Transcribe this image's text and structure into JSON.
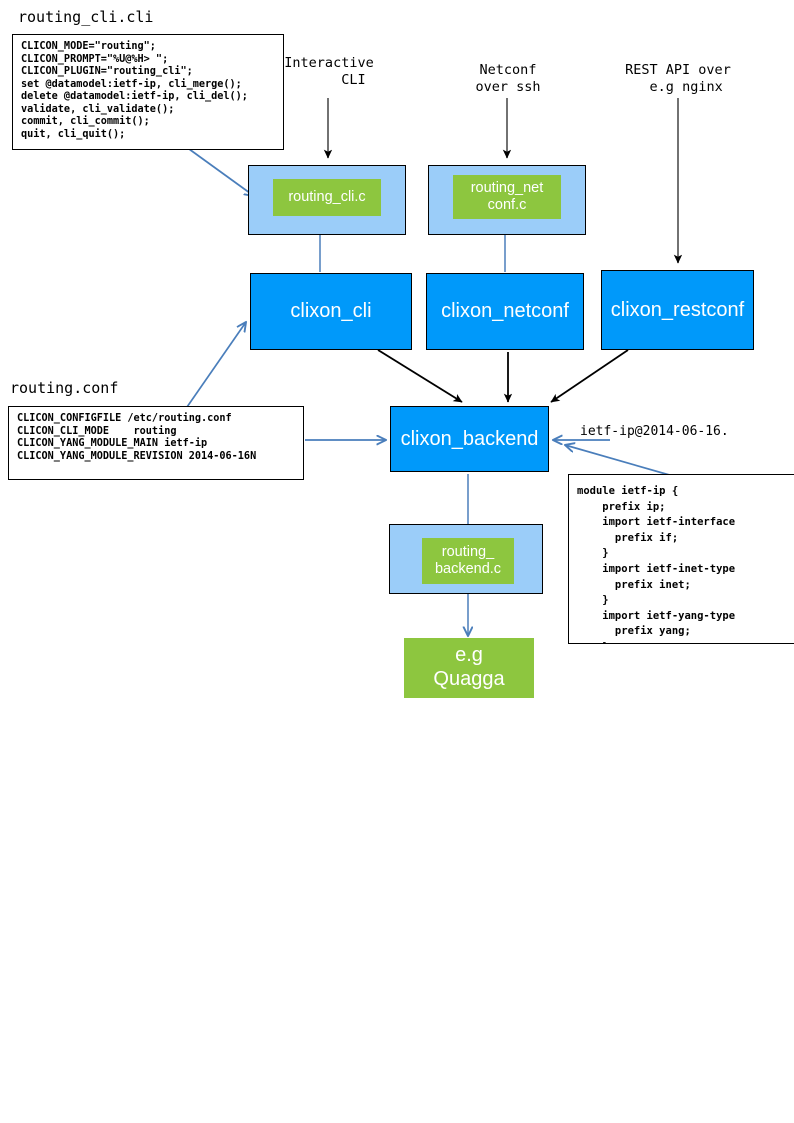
{
  "diagram": {
    "title_labels": {
      "routing_cli_cli": "routing_cli.cli",
      "routing_conf": "routing.conf",
      "ietf_ip_yang": "ietf-ip@2014-06-16."
    },
    "annotations": [
      {
        "id": "interactive-cli",
        "text": "Interactive\n      CLI"
      },
      {
        "id": "netconf-over-ssh",
        "text": "Netconf\nover ssh"
      },
      {
        "id": "rest-api",
        "text": "REST API over\n  e.g nginx"
      }
    ],
    "code_boxes": {
      "routing_cli_cli": "CLICON_MODE=\"routing\";\nCLICON_PROMPT=\"%U@%H> \";\nCLICON_PLUGIN=\"routing_cli\";\nset @datamodel:ietf-ip, cli_merge();\ndelete @datamodel:ietf-ip, cli_del();\nvalidate, cli_validate();\ncommit, cli_commit();\nquit, cli_quit();",
      "routing_conf": "CLICON_CONFIGFILE /etc/routing.conf\nCLICON_CLI_MODE    routing\nCLICON_YANG_MODULE_MAIN ietf-ip\nCLICON_YANG_MODULE_REVISION 2014-06-16N",
      "ietf_ip_yang": "module ietf-ip {\n    prefix ip;\n    import ietf-interface\n      prefix if;\n    }\n    import ietf-inet-type\n      prefix inet;\n    }\n    import ietf-yang-type\n      prefix yang;\n    }"
    },
    "nodes": {
      "routing_cli_c": "routing_cli.c",
      "routing_netconf_c": "routing_net\nconf.c",
      "routing_backend_c": "routing_\nbackend.c",
      "clixon_cli": "clixon_cli",
      "clixon_netconf": "clixon_netconf",
      "clixon_restconf": "clixon_restconf",
      "clixon_backend": "clixon_backend",
      "quagga": "e.g\nQuagga"
    },
    "colors": {
      "process_blue": "#0099FA",
      "container_blue": "#9BCDF9",
      "plugin_green": "#8DC63F",
      "black_arrow": "#000000",
      "blue_arrow": "#4A7EBB",
      "gray_arrow": "#595959",
      "box_border": "#000000",
      "text_white": "#FFFFFF",
      "text_black": "#000000"
    }
  }
}
